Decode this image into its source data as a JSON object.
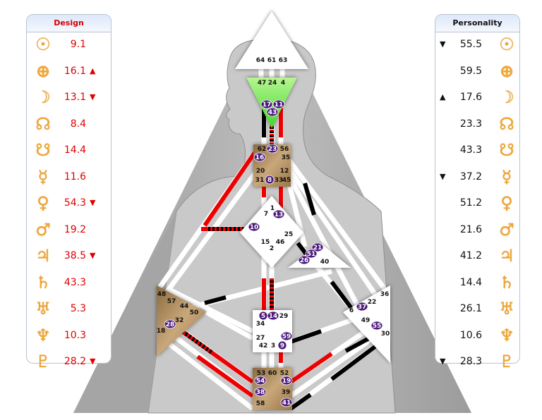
{
  "design": {
    "title": "Design",
    "color": "#e00000",
    "rows": [
      {
        "planet": "sun",
        "glyph": "☉",
        "value": "9.1",
        "arrow": ""
      },
      {
        "planet": "earth",
        "glyph": "⊕",
        "value": "16.1",
        "arrow": "▲"
      },
      {
        "planet": "moon",
        "glyph": "☽",
        "value": "13.1",
        "arrow": "▼"
      },
      {
        "planet": "north-node",
        "glyph": "☊",
        "value": "8.4",
        "arrow": ""
      },
      {
        "planet": "south-node",
        "glyph": "☋",
        "value": "14.4",
        "arrow": ""
      },
      {
        "planet": "mercury",
        "glyph": "☿",
        "value": "11.6",
        "arrow": ""
      },
      {
        "planet": "venus",
        "glyph": "♀",
        "value": "54.3",
        "arrow": "▼"
      },
      {
        "planet": "mars",
        "glyph": "♂",
        "value": "19.2",
        "arrow": ""
      },
      {
        "planet": "jupiter",
        "glyph": "♃",
        "value": "38.5",
        "arrow": "▼"
      },
      {
        "planet": "saturn",
        "glyph": "♄",
        "value": "43.3",
        "arrow": ""
      },
      {
        "planet": "uranus",
        "glyph": "♅",
        "value": "5.3",
        "arrow": ""
      },
      {
        "planet": "neptune",
        "glyph": "♆",
        "value": "10.3",
        "arrow": ""
      },
      {
        "planet": "pluto",
        "glyph": "♇",
        "value": "28.2",
        "arrow": "▼"
      }
    ]
  },
  "personality": {
    "title": "Personality",
    "color": "#111111",
    "rows": [
      {
        "planet": "sun",
        "glyph": "☉",
        "value": "55.5",
        "arrow": "▼"
      },
      {
        "planet": "earth",
        "glyph": "⊕",
        "value": "59.5",
        "arrow": ""
      },
      {
        "planet": "moon",
        "glyph": "☽",
        "value": "17.6",
        "arrow": "▲"
      },
      {
        "planet": "north-node",
        "glyph": "☊",
        "value": "23.3",
        "arrow": ""
      },
      {
        "planet": "south-node",
        "glyph": "☋",
        "value": "43.3",
        "arrow": ""
      },
      {
        "planet": "mercury",
        "glyph": "☿",
        "value": "37.2",
        "arrow": "▼"
      },
      {
        "planet": "venus",
        "glyph": "♀",
        "value": "51.2",
        "arrow": ""
      },
      {
        "planet": "mars",
        "glyph": "♂",
        "value": "21.6",
        "arrow": ""
      },
      {
        "planet": "jupiter",
        "glyph": "♃",
        "value": "41.2",
        "arrow": ""
      },
      {
        "planet": "saturn",
        "glyph": "♄",
        "value": "14.4",
        "arrow": ""
      },
      {
        "planet": "uranus",
        "glyph": "♅",
        "value": "26.1",
        "arrow": ""
      },
      {
        "planet": "neptune",
        "glyph": "♆",
        "value": "10.6",
        "arrow": ""
      },
      {
        "planet": "pluto",
        "glyph": "♇",
        "value": "28.3",
        "arrow": "▼"
      }
    ]
  },
  "bodygraph": {
    "colors": {
      "design": "#ff0000",
      "personality": "#000000",
      "channel": "#ffffff",
      "activated_gate": "#4b1a7a",
      "ajna": "#7ee05a",
      "defined_center": "#b89565",
      "undefined_center": "#ffffff"
    },
    "centers": [
      {
        "name": "head",
        "defined": false,
        "gates": [
          "64",
          "61",
          "63"
        ],
        "activated": []
      },
      {
        "name": "ajna",
        "defined": true,
        "gates": [
          "47",
          "24",
          "4",
          "17",
          "11",
          "43"
        ],
        "activated": [
          "17",
          "11",
          "43"
        ]
      },
      {
        "name": "throat",
        "defined": true,
        "gates": [
          "62",
          "23",
          "56",
          "16",
          "35",
          "20",
          "12",
          "31",
          "8",
          "33",
          "45"
        ],
        "activated": [
          "23",
          "16",
          "8"
        ]
      },
      {
        "name": "g-center",
        "defined": false,
        "gates": [
          "1",
          "7",
          "13",
          "10",
          "25",
          "15",
          "46",
          "2"
        ],
        "activated": [
          "13",
          "10"
        ]
      },
      {
        "name": "heart",
        "defined": false,
        "gates": [
          "21",
          "51",
          "26",
          "40"
        ],
        "activated": [
          "21",
          "51",
          "26"
        ]
      },
      {
        "name": "spleen",
        "defined": true,
        "gates": [
          "48",
          "57",
          "44",
          "50",
          "32",
          "28",
          "18"
        ],
        "activated": [
          "28"
        ]
      },
      {
        "name": "sacral",
        "defined": false,
        "gates": [
          "5",
          "14",
          "29",
          "34",
          "27",
          "59",
          "42",
          "3",
          "9"
        ],
        "activated": [
          "5",
          "14",
          "59",
          "9"
        ]
      },
      {
        "name": "solar-plexus",
        "defined": false,
        "gates": [
          "36",
          "22",
          "6",
          "37",
          "49",
          "55",
          "30"
        ],
        "activated": [
          "37",
          "55"
        ]
      },
      {
        "name": "root",
        "defined": true,
        "gates": [
          "53",
          "60",
          "52",
          "54",
          "19",
          "38",
          "39",
          "58",
          "41"
        ],
        "activated": [
          "54",
          "19",
          "38",
          "41"
        ]
      }
    ]
  }
}
